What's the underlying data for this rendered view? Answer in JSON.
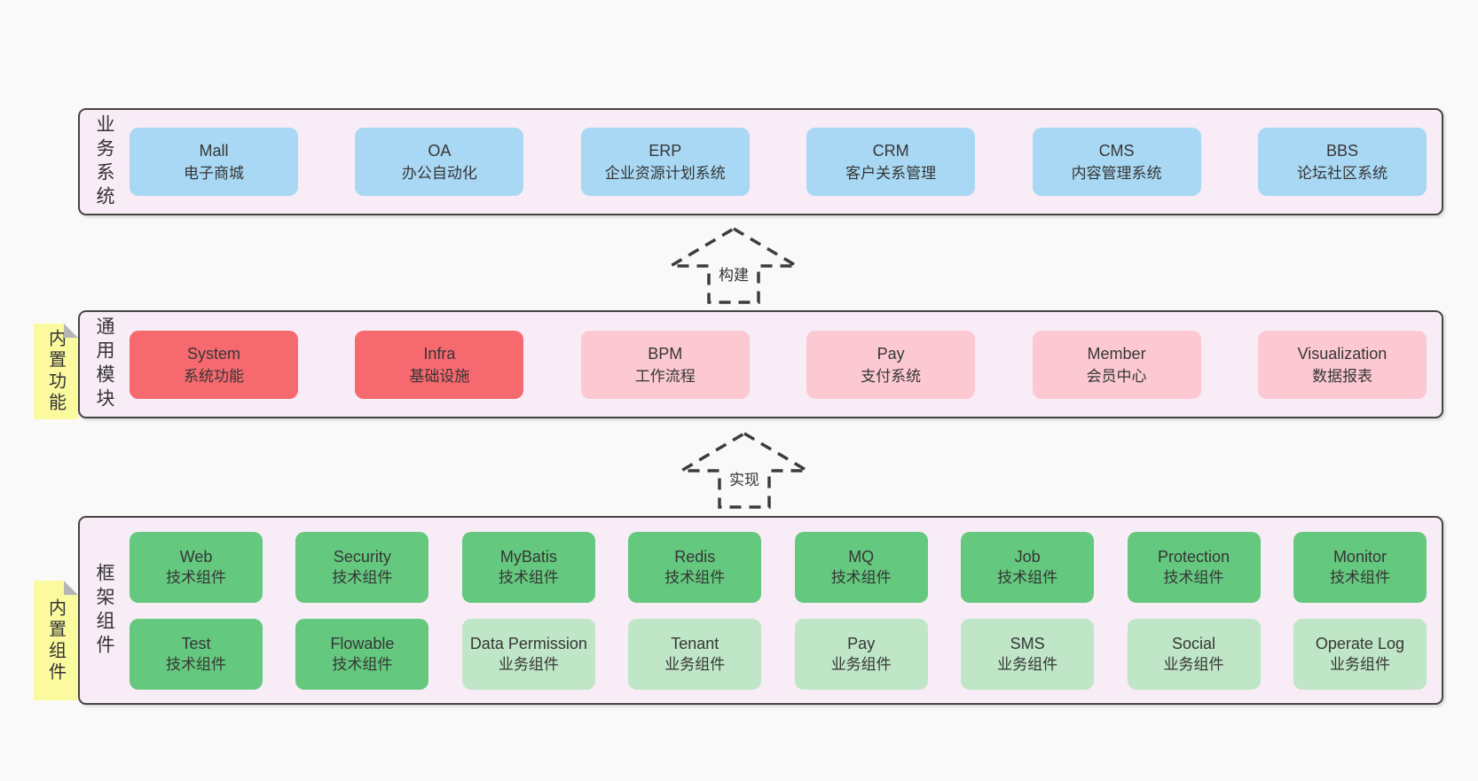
{
  "diagram": {
    "layer1": {
      "label": "业务系统",
      "boxes": [
        {
          "title": "Mall",
          "subtitle": "电子商城"
        },
        {
          "title": "OA",
          "subtitle": "办公自动化"
        },
        {
          "title": "ERP",
          "subtitle": "企业资源计划系统"
        },
        {
          "title": "CRM",
          "subtitle": "客户关系管理"
        },
        {
          "title": "CMS",
          "subtitle": "内容管理系统"
        },
        {
          "title": "BBS",
          "subtitle": "论坛社区系统"
        }
      ]
    },
    "arrow1": {
      "label": "构建"
    },
    "layer2": {
      "label": "通用模块",
      "sticky": "内置功能",
      "boxes": [
        {
          "title": "System",
          "subtitle": "系统功能"
        },
        {
          "title": "Infra",
          "subtitle": "基础设施"
        },
        {
          "title": "BPM",
          "subtitle": "工作流程"
        },
        {
          "title": "Pay",
          "subtitle": "支付系统"
        },
        {
          "title": "Member",
          "subtitle": "会员中心"
        },
        {
          "title": "Visualization",
          "subtitle": "数据报表"
        }
      ]
    },
    "arrow2": {
      "label": "实现"
    },
    "layer3": {
      "label": "框架组件",
      "sticky": "内置组件",
      "row1": [
        {
          "title": "Web",
          "subtitle": "技术组件"
        },
        {
          "title": "Security",
          "subtitle": "技术组件"
        },
        {
          "title": "MyBatis",
          "subtitle": "技术组件"
        },
        {
          "title": "Redis",
          "subtitle": "技术组件"
        },
        {
          "title": "MQ",
          "subtitle": "技术组件"
        },
        {
          "title": "Job",
          "subtitle": "技术组件"
        },
        {
          "title": "Protection",
          "subtitle": "技术组件"
        },
        {
          "title": "Monitor",
          "subtitle": "技术组件"
        }
      ],
      "row2": [
        {
          "title": "Test",
          "subtitle": "技术组件"
        },
        {
          "title": "Flowable",
          "subtitle": "技术组件"
        },
        {
          "title": "Data Permission",
          "subtitle": "业务组件"
        },
        {
          "title": "Tenant",
          "subtitle": "业务组件"
        },
        {
          "title": "Pay",
          "subtitle": "业务组件"
        },
        {
          "title": "SMS",
          "subtitle": "业务组件"
        },
        {
          "title": "Social",
          "subtitle": "业务组件"
        },
        {
          "title": "Operate Log",
          "subtitle": "业务组件"
        }
      ]
    }
  },
  "colors": {
    "background": "#f9f9f9",
    "layer_background": "#f8ecf6",
    "layer_border": "#454545",
    "system_blue": "#a8d8f3",
    "core_red": "#f5696f",
    "extension_pink": "#fcc9d2",
    "tech_green": "#64c87e",
    "business_lightgreen": "#bfe6c6",
    "sticky_yellow": "#fbfa9e",
    "sticky_fold_gray": "#b5b5b5",
    "text": "#363636"
  }
}
